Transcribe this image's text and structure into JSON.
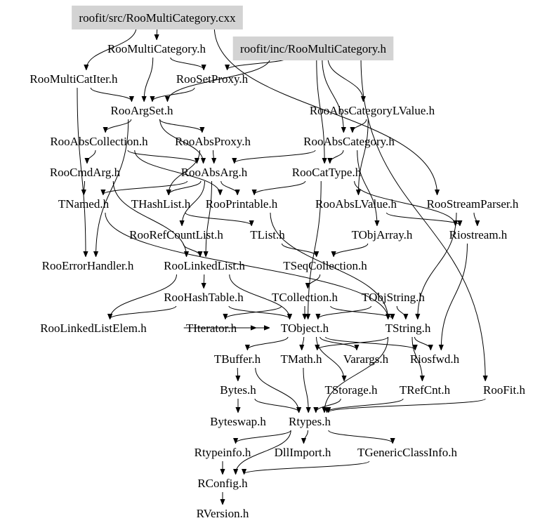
{
  "diagram": {
    "type": "include-dependency-graph",
    "background_color": "#ffffff",
    "highlight_fill_color": "#d3d3d3",
    "nodes": [
      {
        "id": "src_cxx",
        "label": "roofit/src/RooMultiCategory.cxx",
        "highlighted": true
      },
      {
        "id": "RooMultiCategory_h",
        "label": "RooMultiCategory.h",
        "highlighted": false
      },
      {
        "id": "inc_h",
        "label": "roofit/inc/RooMultiCategory.h",
        "highlighted": true
      },
      {
        "id": "RooMultiCatIter",
        "label": "RooMultiCatIter.h",
        "highlighted": false
      },
      {
        "id": "RooSetProxy",
        "label": "RooSetProxy.h",
        "highlighted": false
      },
      {
        "id": "RooArgSet",
        "label": "RooArgSet.h",
        "highlighted": false
      },
      {
        "id": "RooAbsCategoryLValue",
        "label": "RooAbsCategoryLValue.h",
        "highlighted": false
      },
      {
        "id": "RooAbsCollection",
        "label": "RooAbsCollection.h",
        "highlighted": false
      },
      {
        "id": "RooAbsProxy",
        "label": "RooAbsProxy.h",
        "highlighted": false
      },
      {
        "id": "RooAbsCategory",
        "label": "RooAbsCategory.h",
        "highlighted": false
      },
      {
        "id": "RooCmdArg",
        "label": "RooCmdArg.h",
        "highlighted": false
      },
      {
        "id": "RooAbsArg",
        "label": "RooAbsArg.h",
        "highlighted": false
      },
      {
        "id": "RooCatType",
        "label": "RooCatType.h",
        "highlighted": false
      },
      {
        "id": "TNamed",
        "label": "TNamed.h",
        "highlighted": false
      },
      {
        "id": "THashList",
        "label": "THashList.h",
        "highlighted": false
      },
      {
        "id": "RooPrintable",
        "label": "RooPrintable.h",
        "highlighted": false
      },
      {
        "id": "RooAbsLValue",
        "label": "RooAbsLValue.h",
        "highlighted": false
      },
      {
        "id": "RooStreamParser",
        "label": "RooStreamParser.h",
        "highlighted": false
      },
      {
        "id": "RooRefCountList",
        "label": "RooRefCountList.h",
        "highlighted": false
      },
      {
        "id": "TList",
        "label": "TList.h",
        "highlighted": false
      },
      {
        "id": "TObjArray",
        "label": "TObjArray.h",
        "highlighted": false
      },
      {
        "id": "Riostream",
        "label": "Riostream.h",
        "highlighted": false
      },
      {
        "id": "RooErrorHandler",
        "label": "RooErrorHandler.h",
        "highlighted": false
      },
      {
        "id": "RooLinkedList",
        "label": "RooLinkedList.h",
        "highlighted": false
      },
      {
        "id": "TSeqCollection",
        "label": "TSeqCollection.h",
        "highlighted": false
      },
      {
        "id": "RooHashTable",
        "label": "RooHashTable.h",
        "highlighted": false
      },
      {
        "id": "TCollection",
        "label": "TCollection.h",
        "highlighted": false
      },
      {
        "id": "TObjString",
        "label": "TObjString.h",
        "highlighted": false
      },
      {
        "id": "RooLinkedListElem",
        "label": "RooLinkedListElem.h",
        "highlighted": false
      },
      {
        "id": "TIterator",
        "label": "TIterator.h",
        "highlighted": false
      },
      {
        "id": "TObject",
        "label": "TObject.h",
        "highlighted": false
      },
      {
        "id": "TString",
        "label": "TString.h",
        "highlighted": false
      },
      {
        "id": "TBuffer",
        "label": "TBuffer.h",
        "highlighted": false
      },
      {
        "id": "TMath",
        "label": "TMath.h",
        "highlighted": false
      },
      {
        "id": "Varargs",
        "label": "Varargs.h",
        "highlighted": false
      },
      {
        "id": "Riosfwd",
        "label": "Riosfwd.h",
        "highlighted": false
      },
      {
        "id": "Bytes",
        "label": "Bytes.h",
        "highlighted": false
      },
      {
        "id": "TStorage",
        "label": "TStorage.h",
        "highlighted": false
      },
      {
        "id": "TRefCnt",
        "label": "TRefCnt.h",
        "highlighted": false
      },
      {
        "id": "RooFit",
        "label": "RooFit.h",
        "highlighted": false
      },
      {
        "id": "Byteswap",
        "label": "Byteswap.h",
        "highlighted": false
      },
      {
        "id": "Rtypes",
        "label": "Rtypes.h",
        "highlighted": false
      },
      {
        "id": "Rtypeinfo",
        "label": "Rtypeinfo.h",
        "highlighted": false
      },
      {
        "id": "DllImport",
        "label": "DllImport.h",
        "highlighted": false
      },
      {
        "id": "TGenericClassInfo",
        "label": "TGenericClassInfo.h",
        "highlighted": false
      },
      {
        "id": "RConfig",
        "label": "RConfig.h",
        "highlighted": false
      },
      {
        "id": "RVersion",
        "label": "RVersion.h",
        "highlighted": false
      }
    ],
    "edges": [
      [
        "src_cxx",
        "RooMultiCategory_h"
      ],
      [
        "src_cxx",
        "RooMultiCatIter"
      ],
      [
        "src_cxx",
        "RooStreamParser"
      ],
      [
        "RooMultiCategory_h",
        "RooArgSet"
      ],
      [
        "RooMultiCategory_h",
        "RooSetProxy"
      ],
      [
        "inc_h",
        "RooSetProxy"
      ],
      [
        "inc_h",
        "RooArgSet"
      ],
      [
        "inc_h",
        "RooAbsCategoryLValue"
      ],
      [
        "inc_h",
        "RooAbsCategory"
      ],
      [
        "inc_h",
        "RooCatType"
      ],
      [
        "inc_h",
        "RooFit"
      ],
      [
        "RooMultiCatIter",
        "RooArgSet"
      ],
      [
        "RooMultiCatIter",
        "RooErrorHandler"
      ],
      [
        "RooSetProxy",
        "RooArgSet"
      ],
      [
        "RooArgSet",
        "RooAbsCollection"
      ],
      [
        "RooArgSet",
        "RooAbsProxy"
      ],
      [
        "RooArgSet",
        "RooAbsArg"
      ],
      [
        "RooArgSet",
        "RooErrorHandler"
      ],
      [
        "RooAbsCategoryLValue",
        "RooAbsCategory"
      ],
      [
        "RooAbsCategoryLValue",
        "RooAbsLValue"
      ],
      [
        "RooAbsCollection",
        "RooAbsArg"
      ],
      [
        "RooAbsCollection",
        "RooCmdArg"
      ],
      [
        "RooAbsCollection",
        "RooPrintable"
      ],
      [
        "RooAbsProxy",
        "RooAbsArg"
      ],
      [
        "RooAbsProxy",
        "THashList"
      ],
      [
        "RooAbsCategory",
        "RooCatType"
      ],
      [
        "RooAbsCategory",
        "RooAbsArg"
      ],
      [
        "RooAbsCategory",
        "TObjArray"
      ],
      [
        "RooCmdArg",
        "TNamed"
      ],
      [
        "RooCmdArg",
        "RooLinkedList"
      ],
      [
        "RooAbsArg",
        "TNamed"
      ],
      [
        "RooAbsArg",
        "THashList"
      ],
      [
        "RooAbsArg",
        "RooPrintable"
      ],
      [
        "RooAbsArg",
        "RooRefCountList"
      ],
      [
        "RooAbsArg",
        "RooLinkedList"
      ],
      [
        "RooCatType",
        "TObject"
      ],
      [
        "RooCatType",
        "RooPrintable"
      ],
      [
        "RooCatType",
        "Riostream"
      ],
      [
        "TNamed",
        "TString"
      ],
      [
        "THashList",
        "TList"
      ],
      [
        "RooPrintable",
        "TString"
      ],
      [
        "RooAbsLValue",
        "Riostream"
      ],
      [
        "RooStreamParser",
        "Riostream"
      ],
      [
        "RooStreamParser",
        "TString"
      ],
      [
        "RooRefCountList",
        "RooLinkedList"
      ],
      [
        "TList",
        "TSeqCollection"
      ],
      [
        "TObjArray",
        "TSeqCollection"
      ],
      [
        "Riostream",
        "Riosfwd"
      ],
      [
        "RooLinkedList",
        "RooHashTable"
      ],
      [
        "RooLinkedList",
        "RooLinkedListElem"
      ],
      [
        "RooLinkedList",
        "TObject"
      ],
      [
        "TSeqCollection",
        "TCollection"
      ],
      [
        "RooHashTable",
        "TObject"
      ],
      [
        "RooHashTable",
        "RooLinkedListElem"
      ],
      [
        "TCollection",
        "TObject"
      ],
      [
        "TCollection",
        "TIterator"
      ],
      [
        "TCollection",
        "TString"
      ],
      [
        "TObjString",
        "TString"
      ],
      [
        "TObjString",
        "TObject"
      ],
      [
        "RooLinkedListElem",
        "TObject"
      ],
      [
        "TIterator",
        "TObject"
      ],
      [
        "TObject",
        "TBuffer"
      ],
      [
        "TObject",
        "TMath"
      ],
      [
        "TObject",
        "Varargs"
      ],
      [
        "TObject",
        "Riosfwd"
      ],
      [
        "TObject",
        "TStorage"
      ],
      [
        "TString",
        "TMath"
      ],
      [
        "TString",
        "Riosfwd"
      ],
      [
        "TString",
        "TRefCnt"
      ],
      [
        "TString",
        "Rtypes"
      ],
      [
        "TBuffer",
        "Bytes"
      ],
      [
        "TBuffer",
        "Rtypes"
      ],
      [
        "TMath",
        "Rtypes"
      ],
      [
        "Bytes",
        "Byteswap"
      ],
      [
        "Bytes",
        "Rtypes"
      ],
      [
        "TStorage",
        "Rtypes"
      ],
      [
        "TRefCnt",
        "Rtypes"
      ],
      [
        "RooFit",
        "Rtypes"
      ],
      [
        "Rtypes",
        "Rtypeinfo"
      ],
      [
        "Rtypes",
        "DllImport"
      ],
      [
        "Rtypes",
        "TGenericClassInfo"
      ],
      [
        "Rtypes",
        "RConfig"
      ],
      [
        "Rtypeinfo",
        "RConfig"
      ],
      [
        "TGenericClassInfo",
        "RConfig"
      ],
      [
        "RConfig",
        "RVersion"
      ]
    ]
  }
}
